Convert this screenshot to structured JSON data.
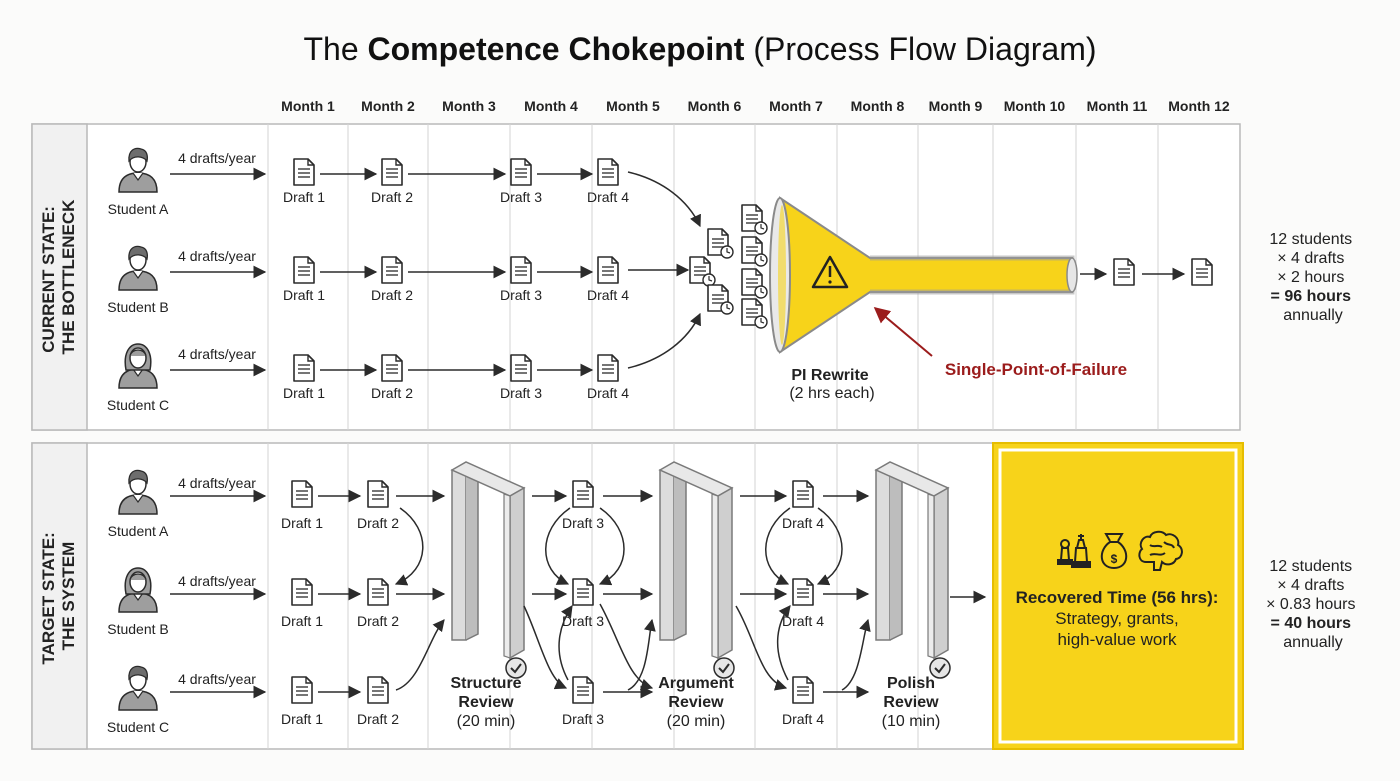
{
  "title": {
    "prefix": "The ",
    "bold": "Competence Chokepoint",
    "suffix": " (Process Flow Diagram)"
  },
  "months": [
    "Month 1",
    "Month 2",
    "Month 3",
    "Month 4",
    "Month 5",
    "Month 6",
    "Month 7",
    "Month 8",
    "Month 9",
    "Month 10",
    "Month 11",
    "Month 12"
  ],
  "current": {
    "section_label": [
      "CURRENT STATE:",
      "THE BOTTLENECK"
    ],
    "students": [
      "Student A",
      "Student B",
      "Student C"
    ],
    "rate_label": "4 drafts/year",
    "drafts": [
      "Draft 1",
      "Draft 2",
      "Draft 3",
      "Draft 4"
    ],
    "funnel_title": "PI Rewrite",
    "funnel_sub": "(2 hrs each)",
    "failure_label": "Single-Point-of-Failure",
    "summary": [
      "12 students",
      "× 4 drafts",
      "× 2 hours",
      "= 96 hours",
      "annually"
    ]
  },
  "target": {
    "section_label": [
      "TARGET STATE:",
      "THE SYSTEM"
    ],
    "students": [
      "Student A",
      "Student B",
      "Student C"
    ],
    "rate_label": "4 drafts/year",
    "drafts": [
      "Draft 1",
      "Draft 2",
      "Draft 3",
      "Draft 4"
    ],
    "gates": [
      {
        "name": "Structure",
        "name2": "Review",
        "time": "(20 min)"
      },
      {
        "name": "Argument",
        "name2": "Review",
        "time": "(20 min)"
      },
      {
        "name": "Polish",
        "name2": "Review",
        "time": "(10 min)"
      }
    ],
    "recovered": {
      "title": "Recovered Time (56 hrs):",
      "line1": "Strategy, grants,",
      "line2": "high-value work"
    },
    "summary": [
      "12 students",
      "× 4 drafts",
      "× 0.83 hours",
      "= 40 hours",
      "annually"
    ]
  },
  "colors": {
    "accent": "#f7d31a",
    "failure": "#9b1c1c",
    "ink": "#2b2b2b"
  }
}
